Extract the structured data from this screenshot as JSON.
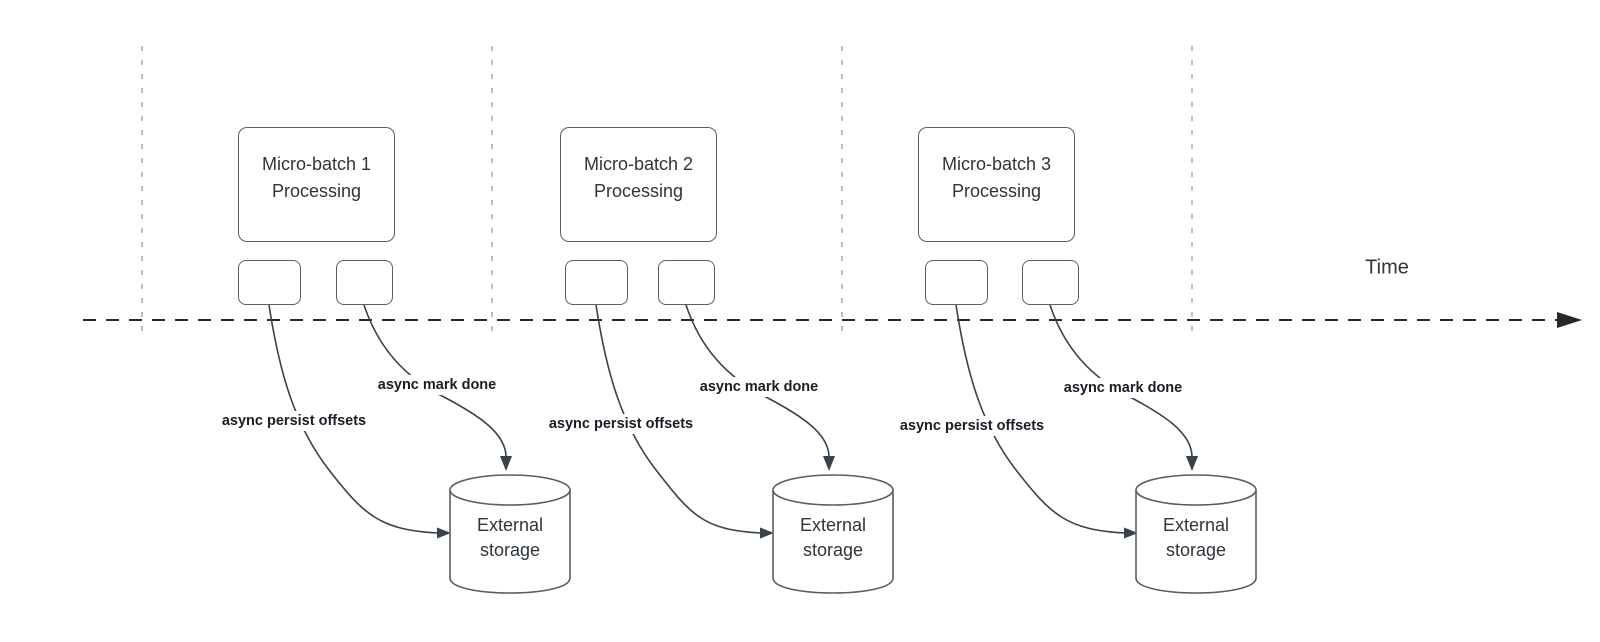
{
  "colors": {
    "axis": "#24292e",
    "gridline": "#a8abaf",
    "shape-stroke": "#565e66",
    "arrow": "#3a424c",
    "text": "#2e353c",
    "label-text": "#191e26",
    "background": "#ffffff"
  },
  "time_axis": {
    "label": "Time"
  },
  "batches": [
    {
      "title": "Micro-batch 1 Processing",
      "persist_label": "async persist offsets",
      "done_label": "async mark done",
      "storage_label": "External storage"
    },
    {
      "title": "Micro-batch 2 Processing",
      "persist_label": "async persist offsets",
      "done_label": "async mark done",
      "storage_label": "External storage"
    },
    {
      "title": "Micro-batch 3 Processing",
      "persist_label": "async persist offsets",
      "done_label": "async mark done",
      "storage_label": "External storage"
    }
  ]
}
